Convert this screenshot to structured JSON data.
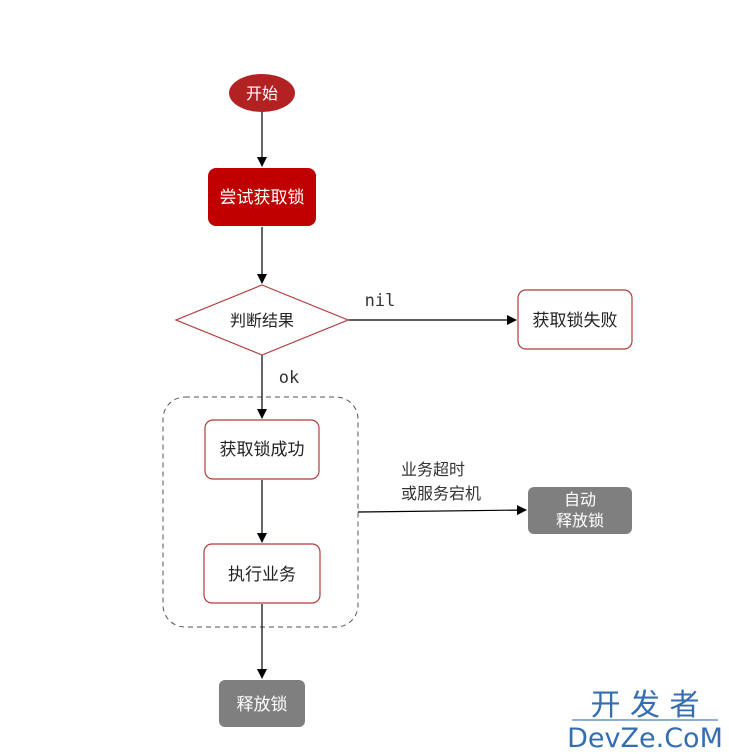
{
  "nodes": {
    "start": "开始",
    "try_lock": "尝试获取锁",
    "check_result": "判断结果",
    "lock_fail": "获取锁失败",
    "lock_success": "获取锁成功",
    "do_business": "执行业务",
    "auto_release_line1": "自动",
    "auto_release_line2": "释放锁",
    "release_lock": "释放锁"
  },
  "edges": {
    "nil_label": "nil",
    "ok_label": "ok",
    "timeout_line1": "业务超时",
    "timeout_line2": "或服务宕机"
  },
  "watermark": {
    "line1": "开 发 者",
    "line2": "DevZe.CoM"
  },
  "colors": {
    "start_fill": "#b22222",
    "try_fill": "#c00000",
    "border_red": "#b23b3b",
    "gray_fill": "#7f7f7f",
    "dashed": "#555555",
    "arrow": "#000000",
    "watermark": "#1f5fa8"
  }
}
